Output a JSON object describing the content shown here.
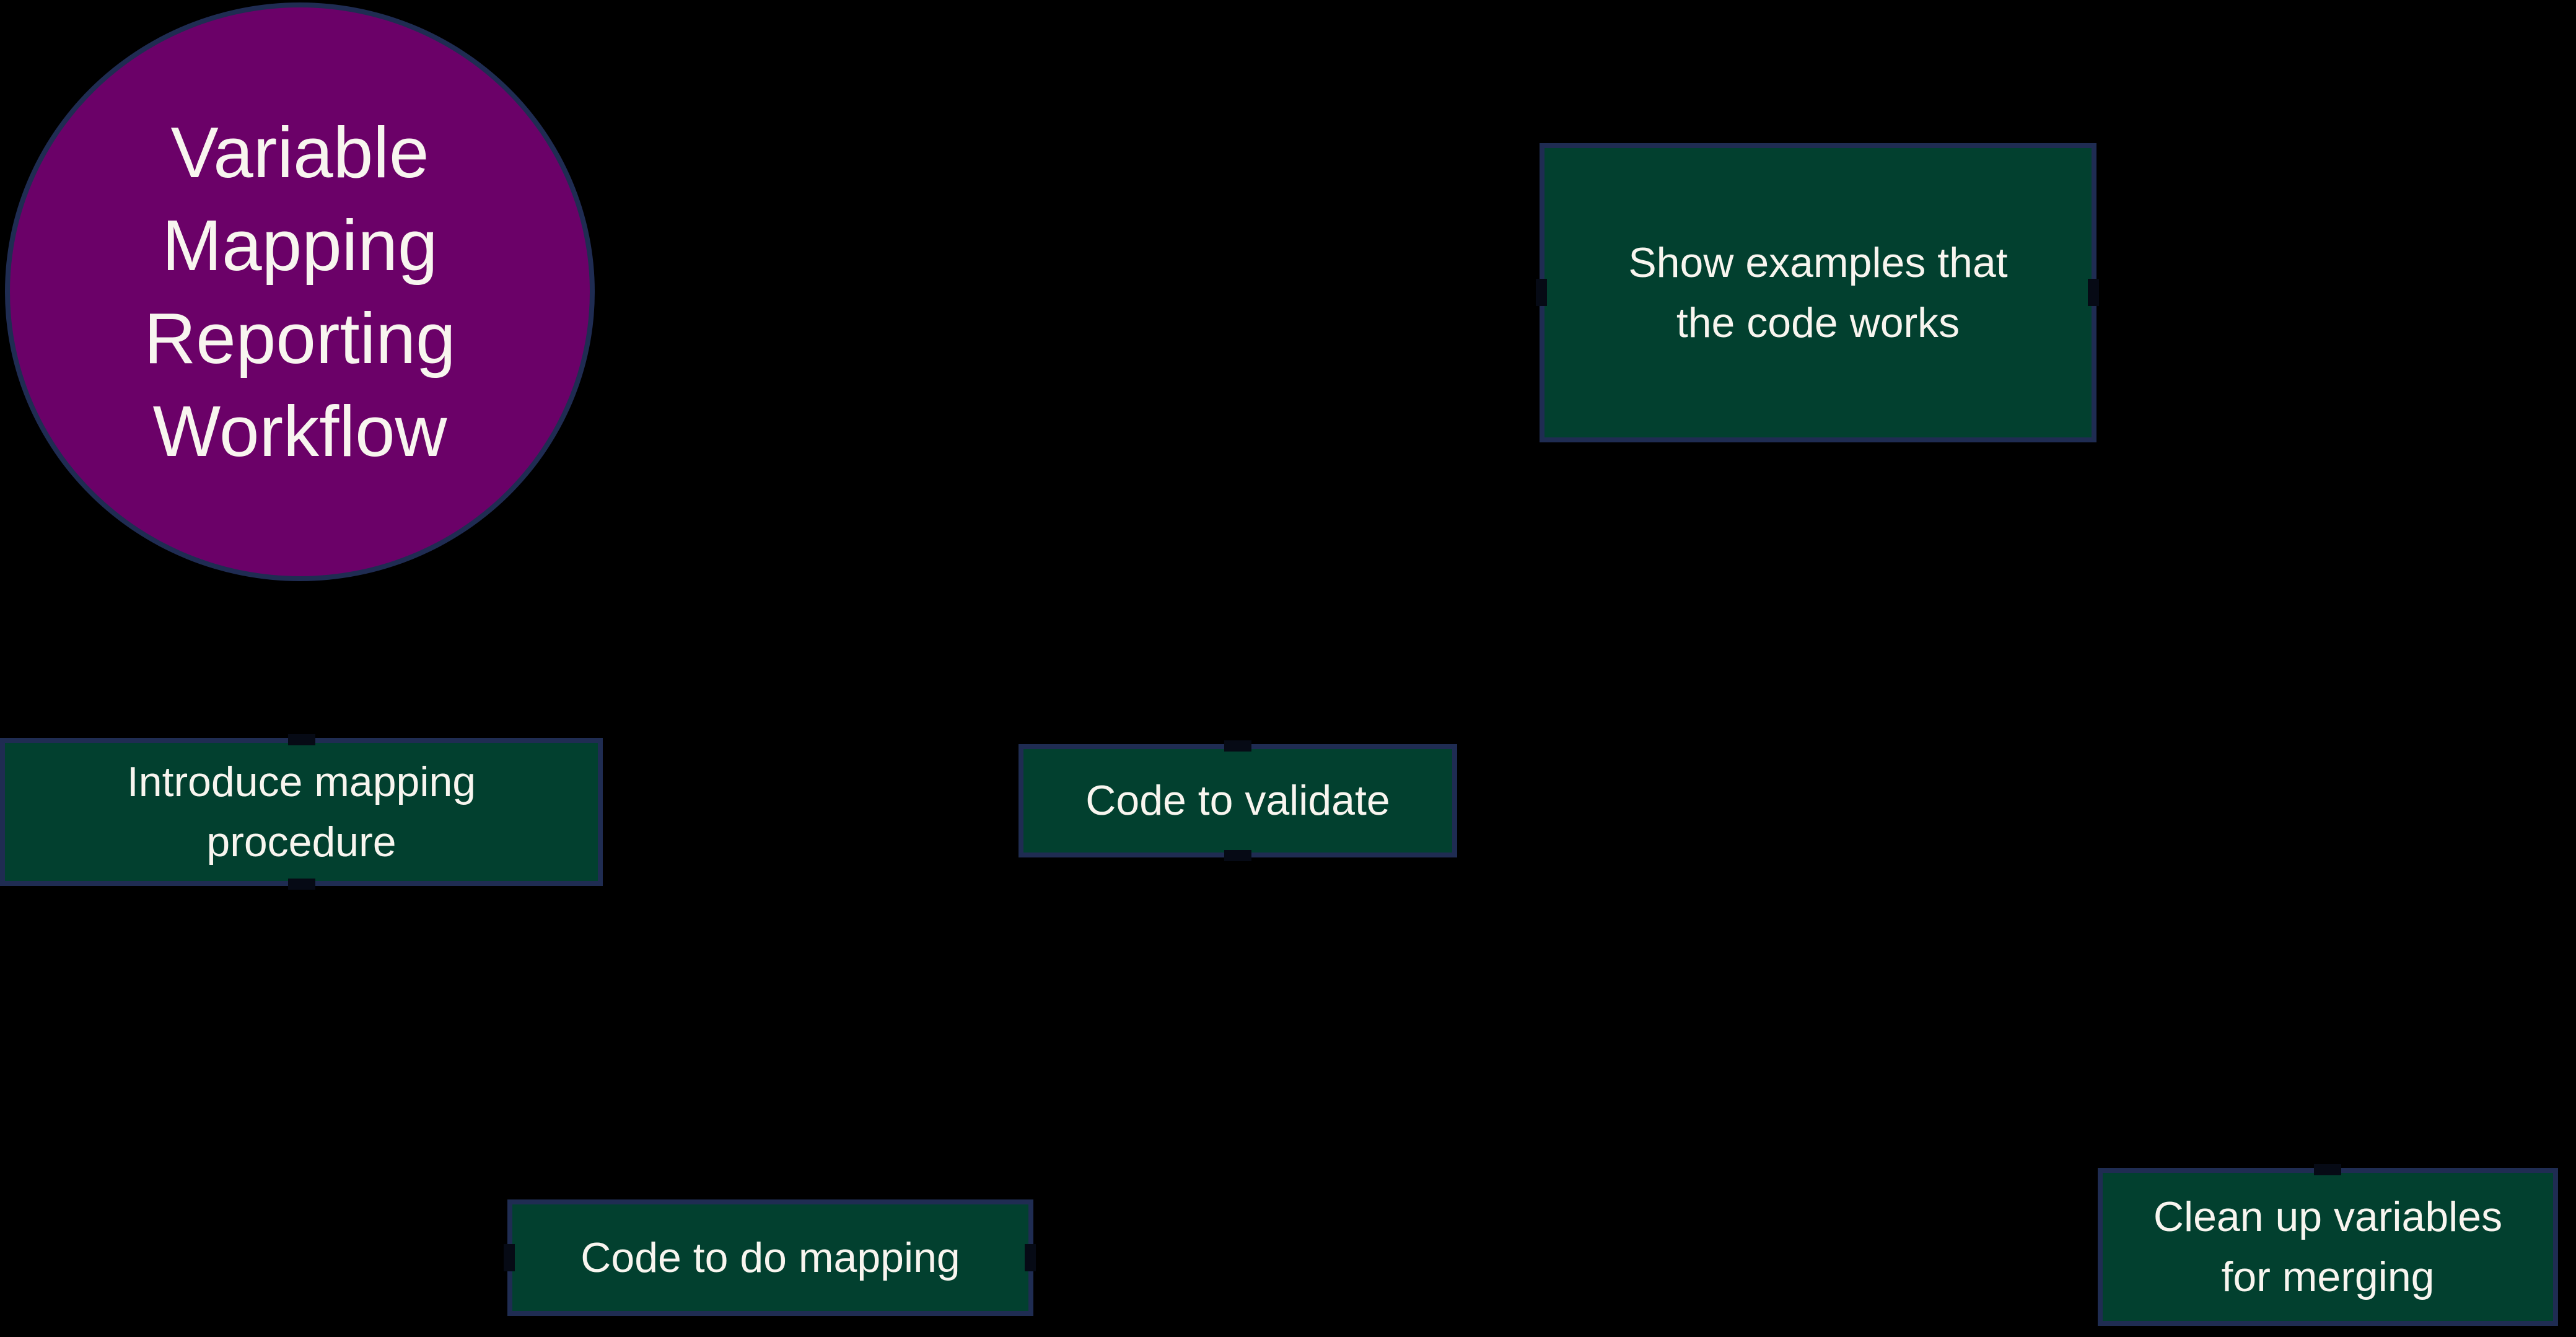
{
  "diagram": {
    "colors": {
      "background": "#000000",
      "circle_fill": "#6b0168",
      "box_fill": "#02402f",
      "border": "#1f2c52",
      "text": "#f8f5ef"
    },
    "nodes": {
      "title_circle": {
        "shape": "circle",
        "text": "Variable\nMapping\nReporting\nWorkflow"
      },
      "introduce": {
        "shape": "rectangle",
        "text": "Introduce mapping\nprocedure"
      },
      "validate": {
        "shape": "rectangle",
        "text": "Code to validate"
      },
      "examples": {
        "shape": "rectangle",
        "text": "Show examples that\nthe code works"
      },
      "mapping": {
        "shape": "rectangle",
        "text": "Code to do mapping"
      },
      "cleanup": {
        "shape": "rectangle",
        "text": "Clean up variables\nfor merging"
      }
    }
  }
}
